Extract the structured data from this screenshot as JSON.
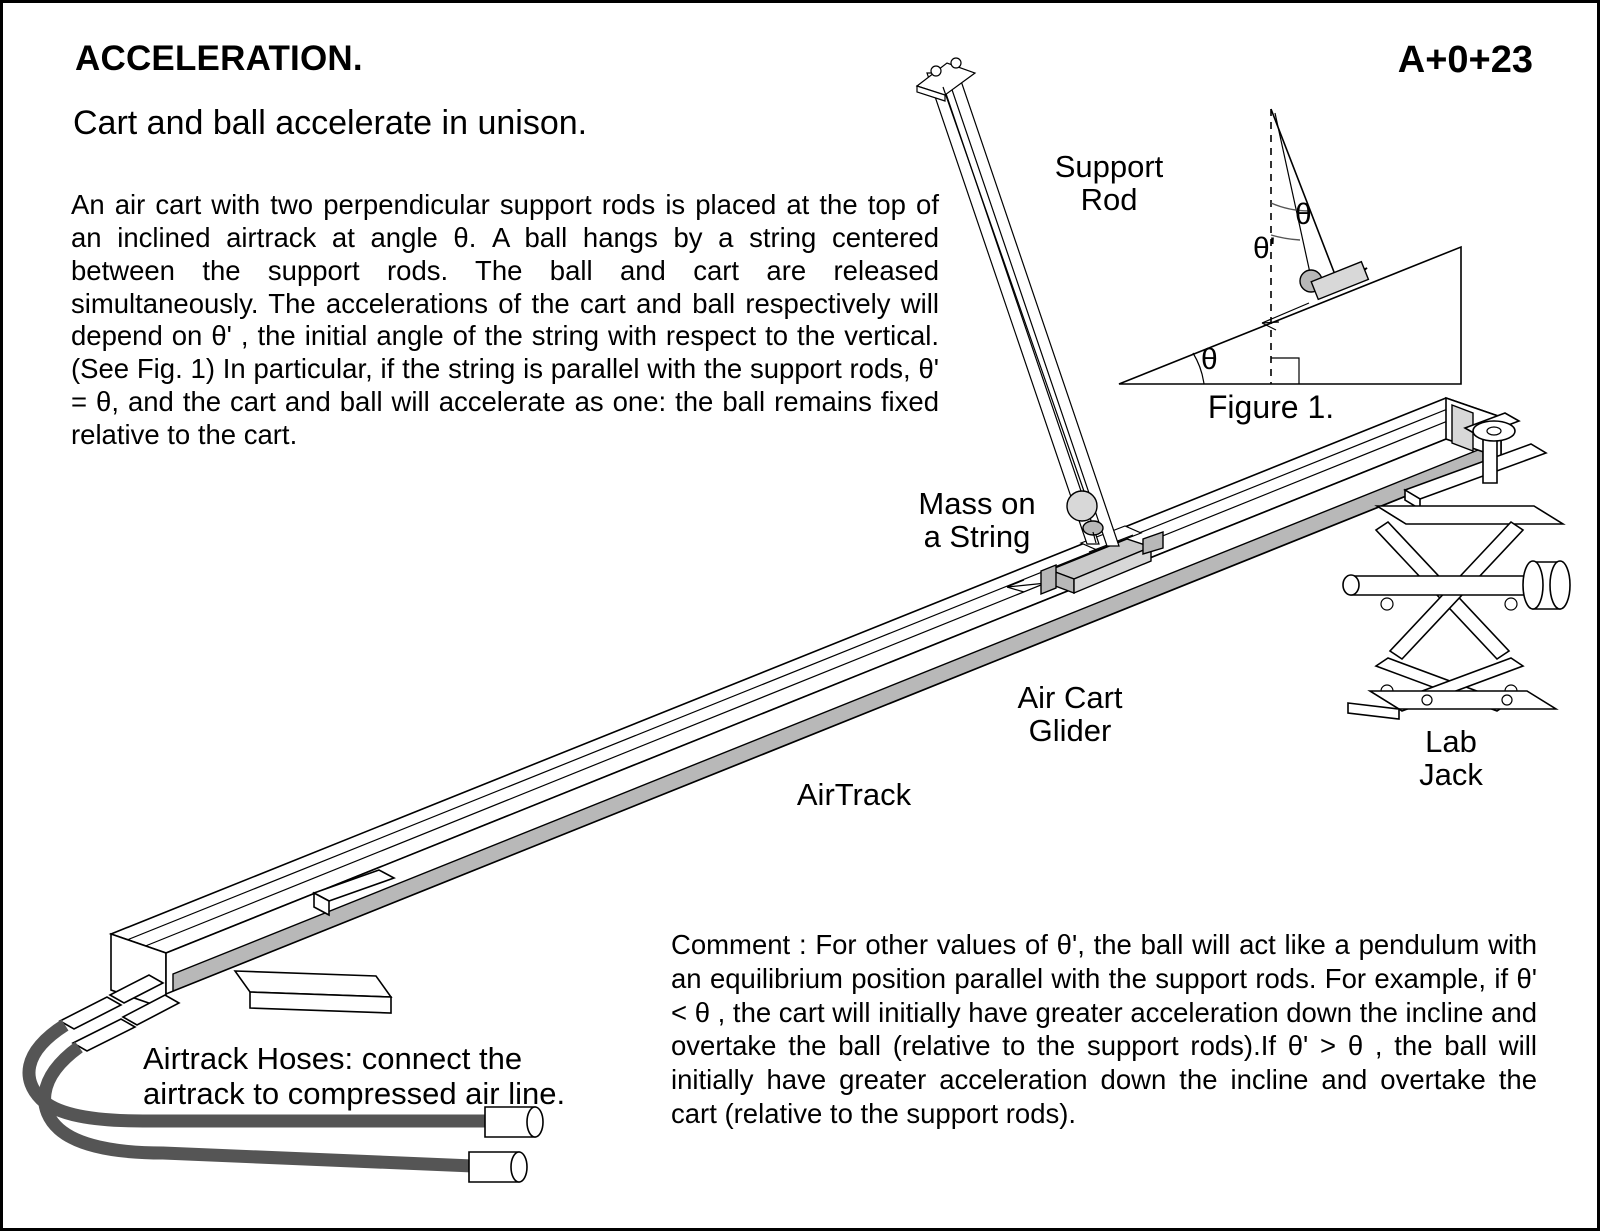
{
  "page": {
    "title": "ACCELERATION.",
    "subtitle": "Cart and ball accelerate in unison.",
    "code": "A+0+23"
  },
  "intro": {
    "text": "An air cart with two perpendicular support rods is placed at the top of an inclined airtrack at angle θ.  A ball hangs by a string centered between the support rods.  The ball and cart are released simultaneously.  The accelerations of the cart and ball respectively will depend on  θ' , the initial angle of the string with respect to the vertical. (See Fig. 1)   In particular, if the string is parallel with the support rods, θ' = θ, and the cart and ball will accelerate as one: the ball remains fixed relative to the cart."
  },
  "comment": {
    "text": "Comment : For other values of θ', the ball will act like a pendulum with an equilibrium position parallel with the support rods. For example, if  θ' < θ  , the cart will initially have greater acceleration down the incline and overtake the ball (relative to the support rods).If θ' > θ , the ball will initially have greater acceleration down the incline and overtake the cart (relative to the support rods)."
  },
  "labels": {
    "support_rod": "Support\nRod",
    "mass_on_a_string": "Mass on\na String",
    "air_cart_glider": "Air Cart\nGlider",
    "airtrack": "AirTrack",
    "lab_jack": "Lab\nJack",
    "figure_caption": "Figure 1.",
    "hoses": "Airtrack Hoses: connect the\nairtrack to compressed air line."
  },
  "figure1": {
    "angle_incline": "θ",
    "angle_rod": "θ",
    "angle_string": "θ'"
  },
  "colors": {
    "ink": "#000000",
    "paper": "#ffffff",
    "shade_light": "#d8d8d8",
    "shade_mid": "#c9c9c9",
    "shade_dark": "#b8b8b8",
    "hose": "#555555"
  }
}
